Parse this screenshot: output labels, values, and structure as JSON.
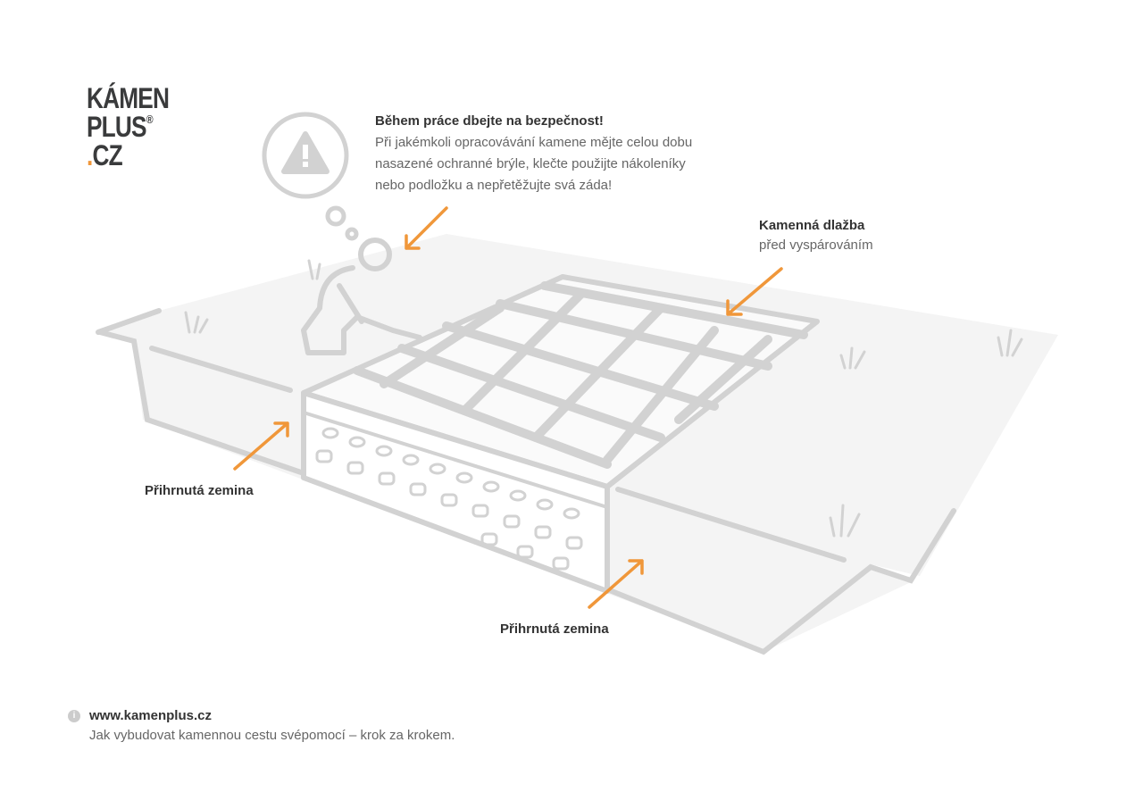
{
  "logo": {
    "line1": "KÁMEN",
    "line2": "PLUS",
    "registered": "®",
    "dot": ".",
    "line3": "CZ"
  },
  "safety_note": {
    "title": "Během práce dbejte na bezpečnost!",
    "lines": [
      "Při jakémkoli opracovávání kamene mějte celou dobu",
      "nasazené ochranné brýle, klečte použijte nákoleníky",
      "nebo podložku a nepřetěžujte svá záda!"
    ]
  },
  "labels": {
    "paving_title": "Kamenná dlažba",
    "paving_sub": "před vyspárováním",
    "soil_left": "Přihrnutá zemina",
    "soil_bottom": "Přihrnutá zemina"
  },
  "footer": {
    "icon": "info-icon",
    "url": "www.kamenplus.cz",
    "subtitle": "Jak vybudovat kamennou cestu svépomocí – krok za krokem."
  },
  "colors": {
    "accent": "#f0973a",
    "line": "#d2d2d2",
    "fill": "#f4f4f4",
    "text": "#333333"
  }
}
